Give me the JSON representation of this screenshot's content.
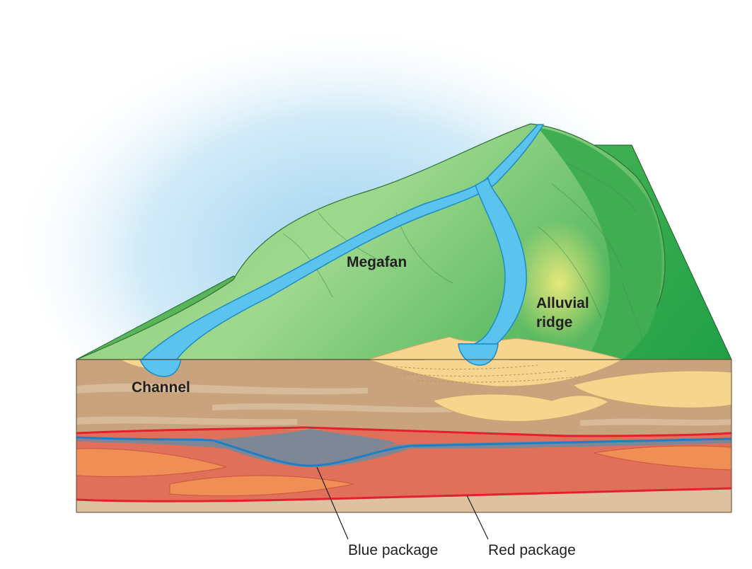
{
  "labels": {
    "megafan": "Megafan",
    "alluvial_ridge_line1": "Alluvial",
    "alluvial_ridge_line2": "ridge",
    "channel": "Channel",
    "blue_package": "Blue package",
    "red_package": "Red package"
  },
  "colors": {
    "sky": "#cde9f7",
    "terrain_light": "#a9d88d",
    "terrain": "#6cc06a",
    "terrain_dark": "#2fa84a",
    "river": "#5bc3ee",
    "river_edge": "#1a8cc8",
    "sand": "#f6d58f",
    "soil": "#c9a37e",
    "soil_light": "#ddc1a0",
    "red_layer": "#e0705a",
    "orange_layer": "#ef8e55",
    "blue_body": "#7d8795",
    "red_line": "#e5202e",
    "blue_line": "#1d7fc6"
  }
}
